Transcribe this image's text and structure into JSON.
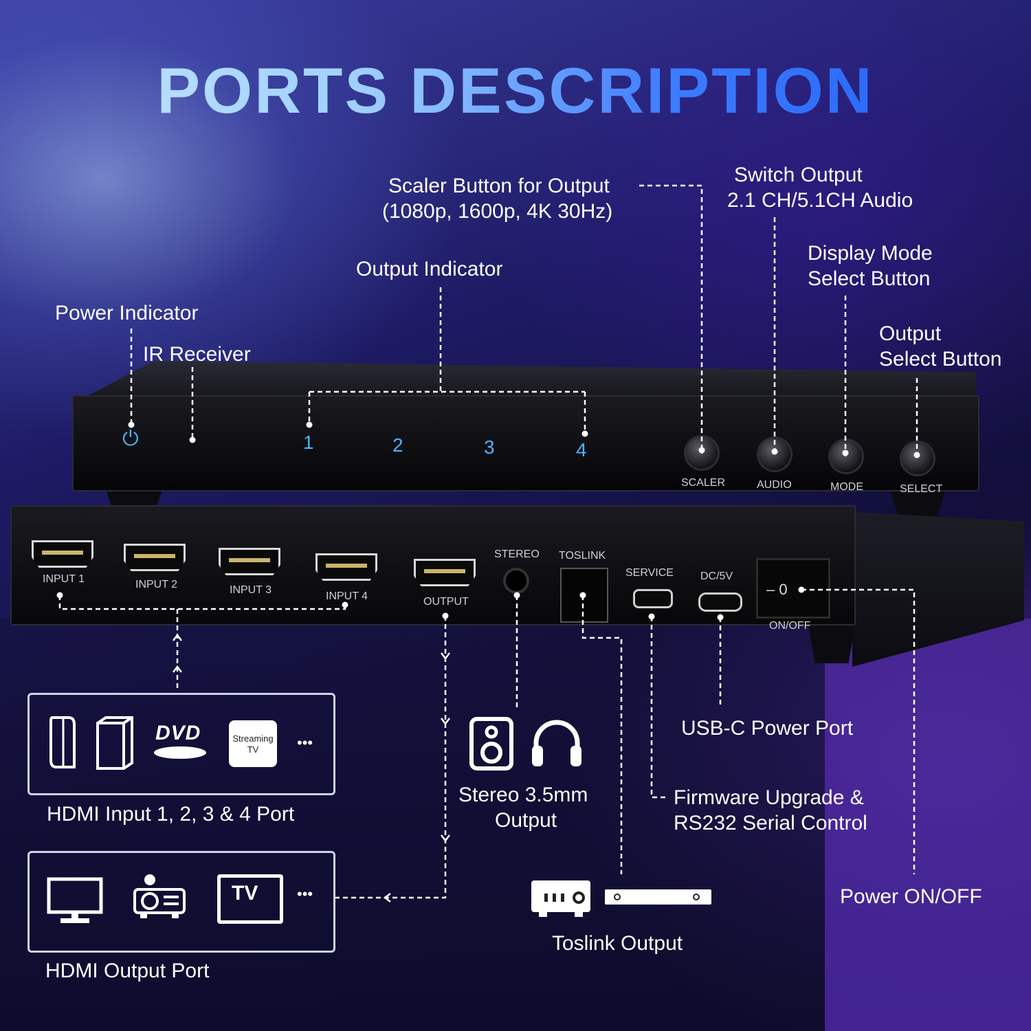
{
  "title": "PORTS DESCRIPTION",
  "labels": {
    "power_indicator": "Power Indicator",
    "ir_receiver": "IR Receiver",
    "output_indicator": "Output Indicator",
    "scaler_line1": "Scaler Button for Output",
    "scaler_line2": "(1080p, 1600p, 4K 30Hz)",
    "audio_line1": "Switch Output",
    "audio_line2": "2.1 CH/5.1CH Audio",
    "mode_line1": "Display Mode",
    "mode_line2": "Select Button",
    "select_line1": "Output",
    "select_line2": "Select Button",
    "usbc": "USB-C Power Port",
    "firmware_line1": "Firmware Upgrade &",
    "firmware_line2": "RS232 Serial Control",
    "stereo_line1": "Stereo 3.5mm",
    "stereo_line2": "Output",
    "toslink_output": "Toslink Output",
    "power_onoff": "Power ON/OFF",
    "hdmi_input_caption": "HDMI Input 1, 2, 3 & 4 Port",
    "hdmi_output_caption": "HDMI Output Port"
  },
  "front_panel": {
    "indicators": [
      "1",
      "2",
      "3",
      "4"
    ],
    "buttons": [
      "SCALER",
      "AUDIO",
      "MODE",
      "SELECT"
    ]
  },
  "rear_panel": {
    "ports": [
      "INPUT 1",
      "INPUT 2",
      "INPUT 3",
      "INPUT 4",
      "OUTPUT",
      "STEREO",
      "TOSLINK",
      "SERVICE",
      "DC/5V",
      "ON/OFF"
    ],
    "switch_text": "– 0"
  },
  "input_devices": {
    "dvd": "DVD",
    "streaming_line1": "Streaming",
    "streaming_line2": "TV",
    "more": "•••"
  },
  "output_devices": {
    "tv": "TV",
    "more": "•••"
  }
}
